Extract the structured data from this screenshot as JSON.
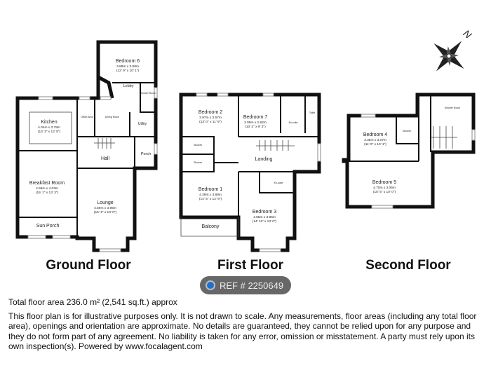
{
  "compass": {
    "label": "N",
    "icon": "compass-rose-icon"
  },
  "floors": [
    {
      "title": "Ground Floor",
      "rooms": [
        {
          "name": "Bedroom 6",
          "metric": "3.89m x 3.08m",
          "imperial": "(12' 9\" x 10' 1\")"
        },
        {
          "name": "Lobby"
        },
        {
          "name": "Shower Room"
        },
        {
          "name": "Kitchen",
          "metric": "4.04m x 3.78m",
          "imperial": "(13' 3\" x 12' 5\")"
        },
        {
          "name": "Office Area"
        },
        {
          "name": "Dining Room"
        },
        {
          "name": "Utility"
        },
        {
          "name": "Hall"
        },
        {
          "name": "Porch"
        },
        {
          "name": "Breakfast Room",
          "metric": "4.59m x 4.03m",
          "imperial": "(15' 1\" x 13' 3\")"
        },
        {
          "name": "Lounge",
          "metric": "4.59m x 3.96m",
          "imperial": "(15' 1\" x 13' 0\")"
        },
        {
          "name": "Sun Porch"
        }
      ]
    },
    {
      "title": "First Floor",
      "rooms": [
        {
          "name": "Bedroom 2",
          "metric": "3.97m x 3.57m",
          "imperial": "(13' 0\" x 11' 9\")"
        },
        {
          "name": "Bedroom 7",
          "metric": "3.09m x 2.82m",
          "imperial": "(10' 2\" x 9' 3\")"
        },
        {
          "name": "En-suite"
        },
        {
          "name": "Toilet"
        },
        {
          "name": "Landing"
        },
        {
          "name": "Shower"
        },
        {
          "name": "Shower"
        },
        {
          "name": "En-suite"
        },
        {
          "name": "Bedroom 1",
          "metric": "4.39m x 3.89m",
          "imperial": "(14' 5\" x 12' 9\")"
        },
        {
          "name": "Bedroom 3",
          "metric": "4.55m x 3.96m",
          "imperial": "(14' 11\" x 13' 0\")"
        },
        {
          "name": "Balcony"
        }
      ]
    },
    {
      "title": "Second Floor",
      "rooms": [
        {
          "name": "Bedroom 4",
          "metric": "3.35m x 3.07m",
          "imperial": "(11' 0\" x 10' 1\")"
        },
        {
          "name": "Bedroom 5",
          "metric": "4.70m x 3.06m",
          "imperial": "(15' 5\" x 10' 0\")"
        },
        {
          "name": "Shower Room"
        },
        {
          "name": "Shower"
        }
      ]
    }
  ],
  "footer": {
    "total_area": "Total floor area 236.0 m² (2,541 sq.ft.) approx",
    "disclaimer": "This floor plan is for illustrative purposes only. It is not drawn to scale. Any measurements, floor areas (including any total floor area), openings and orientation are approximate. No details are guaranteed, they cannot be relied upon for any purpose and they do not form part of any agreement. No liability is taken for any error, omission or misstatement. A party must rely upon its own inspection(s). Powered by www.focalagent.com"
  },
  "ref_badge": {
    "label": "REF # 2250649",
    "color": "#464646"
  }
}
